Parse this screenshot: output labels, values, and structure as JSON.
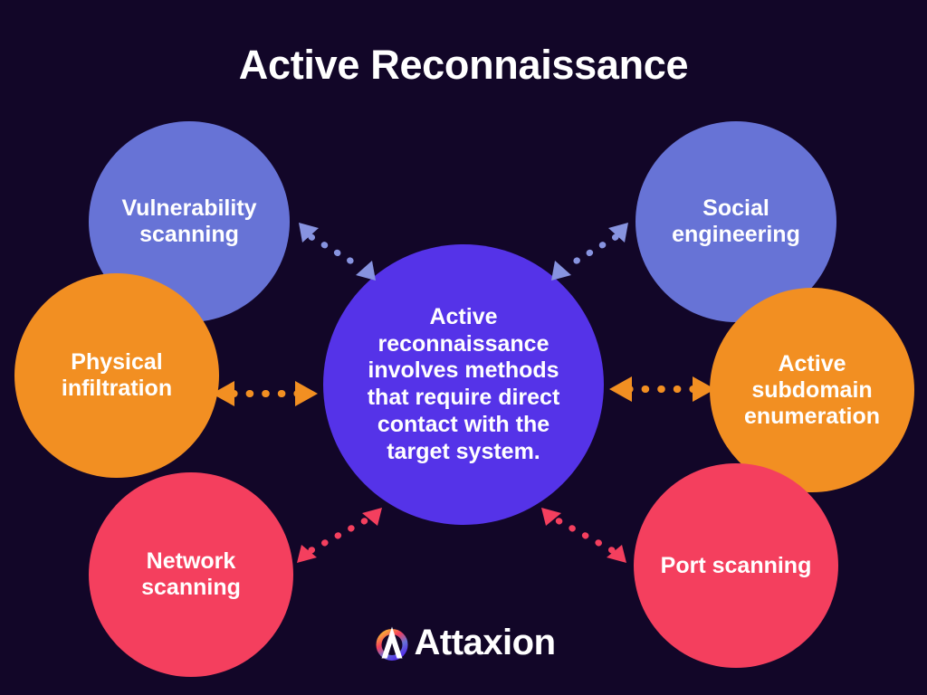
{
  "page": {
    "title": "Active Reconnaissance",
    "background_color": "#120628"
  },
  "hub": {
    "name": "active-reconnaissance-definition",
    "text": "Active\nreconnaissance\ninvolves methods\nthat require direct\ncontact with the\ntarget system.",
    "color": "#5533E8"
  },
  "nodes": [
    {
      "id": "vulnerability-scanning",
      "label": "Vulnerability\nscanning",
      "color": "#6773D6",
      "position": "top-left"
    },
    {
      "id": "social-engineering",
      "label": "Social\nengineering",
      "color": "#6773D6",
      "position": "top-right"
    },
    {
      "id": "physical-infiltration",
      "label": "Physical\ninfiltration",
      "color": "#F28F22",
      "position": "middle-left"
    },
    {
      "id": "active-subdomain-enumeration",
      "label": "Active\nsubdomain\nenumeration",
      "color": "#F28F22",
      "position": "middle-right"
    },
    {
      "id": "network-scanning",
      "label": "Network\nscanning",
      "color": "#F43F5E",
      "position": "bottom-left"
    },
    {
      "id": "port-scanning",
      "label": "Port scanning",
      "color": "#F43F5E",
      "position": "bottom-right"
    }
  ],
  "connectors": [
    {
      "id": "connector-vulnerability-scanning",
      "color": "#8793E0",
      "style": "dotted",
      "heads": "both"
    },
    {
      "id": "connector-social-engineering",
      "color": "#8793E0",
      "style": "dotted",
      "heads": "both"
    },
    {
      "id": "connector-physical-infiltration",
      "color": "#F28F22",
      "style": "dotted",
      "heads": "both"
    },
    {
      "id": "connector-active-subdomain-enumeration",
      "color": "#F28F22",
      "style": "dotted",
      "heads": "both"
    },
    {
      "id": "connector-network-scanning",
      "color": "#F43F5E",
      "style": "dotted",
      "heads": "both"
    },
    {
      "id": "connector-port-scanning",
      "color": "#F43F5E",
      "style": "dotted",
      "heads": "both"
    }
  ],
  "brand": {
    "name": "attaxion-logo",
    "wordmark": "Attaxion",
    "mark_colors": [
      "#F28F22",
      "#F43F5E",
      "#6773D6",
      "#ffffff"
    ]
  }
}
